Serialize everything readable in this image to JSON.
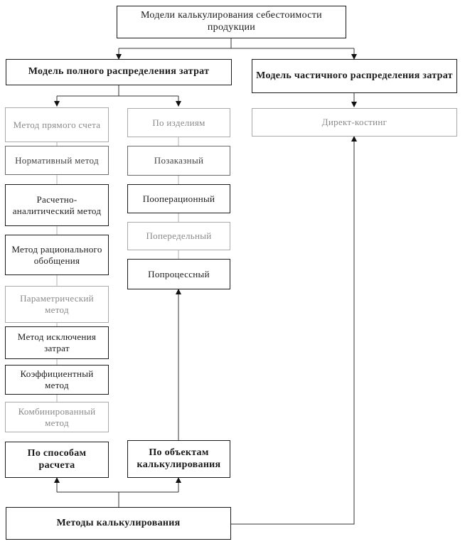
{
  "top": {
    "title": "Модели калькулирования себестоимости продукции"
  },
  "full_model": {
    "title": "Модель полного распределения затрат"
  },
  "partial_model": {
    "title": "Модель частичного распределения затрат"
  },
  "direct_costing": {
    "label": "Директ-костинг"
  },
  "left_methods": [
    "Метод прямого счета",
    "Нормативный метод",
    "Расчетно-аналитический метод",
    "Метод рационального обобщения",
    "Параметрический метод",
    "Метод исключения затрат",
    "Коэффициентный метод",
    "Комбинированный метод"
  ],
  "object_methods": [
    "По изделиям",
    "Позаказный",
    "Пооперационный",
    "Попередельный",
    "Попроцессный"
  ],
  "by_calc": {
    "label": "По способам расчета"
  },
  "by_objects": {
    "label": "По объектам калькулирования"
  },
  "bottom": {
    "title": "Методы калькулирования"
  }
}
